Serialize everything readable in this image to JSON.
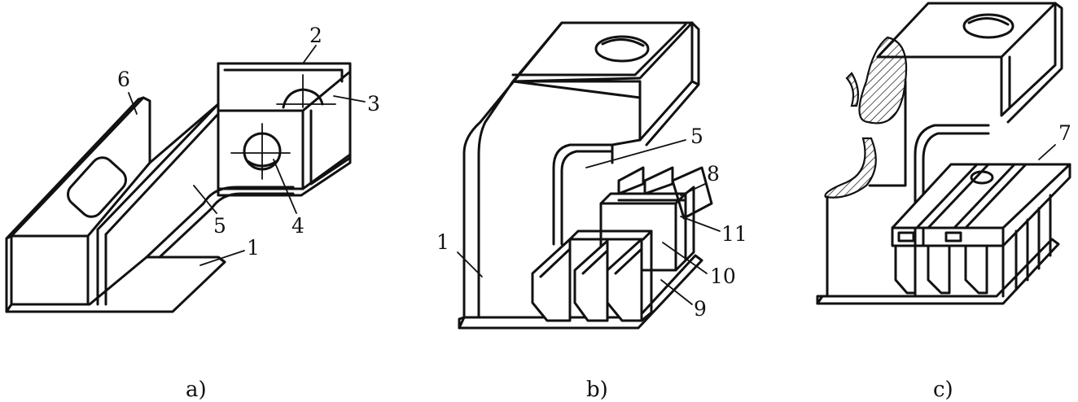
{
  "panels": [
    {
      "caption": "a)",
      "labels": [
        "1",
        "2",
        "3",
        "4",
        "5",
        "6"
      ]
    },
    {
      "caption": "b)",
      "labels": [
        "1",
        "5",
        "8",
        "9",
        "10",
        "11"
      ]
    },
    {
      "caption": "c)",
      "labels": [
        "7"
      ]
    }
  ]
}
